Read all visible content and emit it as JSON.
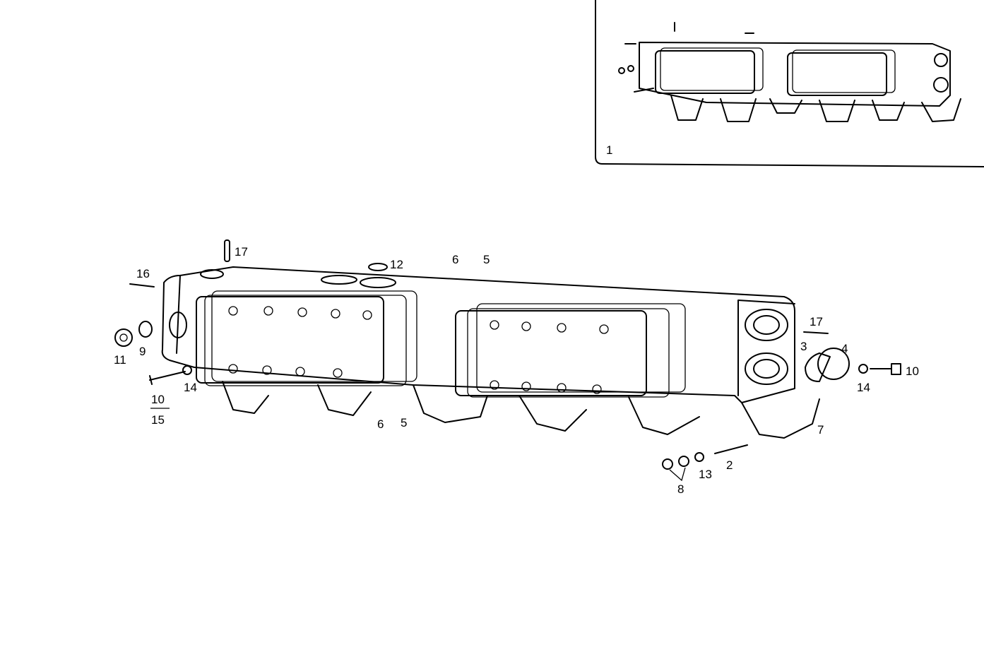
{
  "inset": {
    "label": "1"
  },
  "callouts": [
    "17",
    "16",
    "12",
    "6",
    "5",
    "11",
    "9",
    "14",
    "6",
    "5",
    "17",
    "3",
    "4",
    "14",
    "10",
    "7",
    "2",
    "13",
    "8"
  ],
  "fraction_callout": {
    "numerator": "10",
    "denominator": "15"
  }
}
